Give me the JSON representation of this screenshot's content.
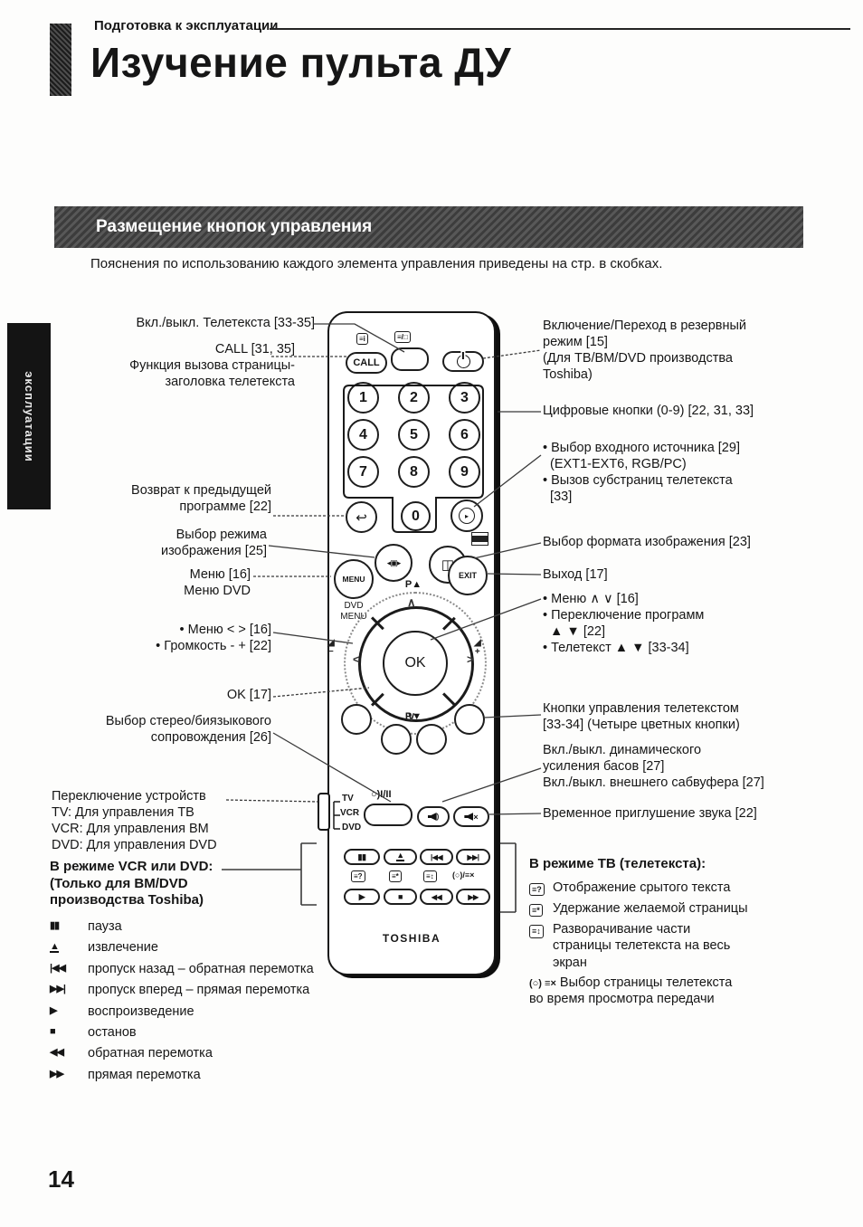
{
  "page": {
    "section_label": "Подготовка к эксплуатации",
    "title": "Изучение пульта ДУ",
    "banner_title": "Размещение кнопок управления",
    "intro": "Пояснения по использованию каждого элемента управления приведены на стр. в скобках.",
    "side_tab": "эксплуатации",
    "page_number": "14"
  },
  "remote": {
    "brand": "TOSHIBA",
    "call": "CALL",
    "digits": [
      "1",
      "2",
      "3",
      "4",
      "5",
      "6",
      "7",
      "8",
      "9",
      "0"
    ],
    "menu": "MENU",
    "dvd_menu": "DVD\nMENU",
    "exit": "EXIT",
    "ok": "OK",
    "p_up": "P▲",
    "p_down": "P▼",
    "devices": [
      "TV",
      "VCR",
      "DVD"
    ],
    "stereo": "○)I/II",
    "icons": {
      "call_page": "≡i",
      "text_tv": "≡/□",
      "return": "↩",
      "picture_mode": "◂▣▸",
      "format": "◫",
      "input_select": "▸",
      "up": "∧",
      "down": "∨",
      "left": "<",
      "right": ">",
      "vol_tri": "◢",
      "vol_minus": "−",
      "vol_plus": "+",
      "pause": "▮▮",
      "eject": "▲",
      "skip_back": "|◀◀",
      "skip_fwd": "▶▶|",
      "play": "▶",
      "stop": "■",
      "rewind": "◀◀",
      "ffwd": "▶▶",
      "reveal": "≡?",
      "hold": "≡*",
      "expand": "≡↕",
      "clock_cancel": "(○)/≡×"
    }
  },
  "labels_left": [
    {
      "text": "Вкл./выкл. Телетекста [33-35]"
    },
    {
      "text": "CALL [31, 35]\nФункция вызова страницы-\nзаголовка телетекста"
    },
    {
      "text": "Возврат к предыдущей\nпрограмме [22]"
    },
    {
      "text": "Выбор режима\nизображения [25]"
    },
    {
      "text": "Меню [16]\nМеню DVD"
    },
    {
      "text": "• Меню <  > [16]\n• Громкость - + [22]"
    },
    {
      "text": "OK [17]"
    },
    {
      "text": "Выбор стерео/биязыкового\nсопровождения [26]"
    },
    {
      "text": "Переключение устройств\nTV: Для управления ТВ\nVCR: Для управления ВМ\nDVD: Для управления DVD"
    }
  ],
  "labels_right": [
    {
      "text": "Включение/Переход в резервный\nрежим [15]\n(Для ТВ/ВМ/DVD производства\nToshiba)"
    },
    {
      "text": "Цифровые кнопки (0-9) [22, 31, 33]"
    },
    {
      "text": "• Выбор входного источника [29]\n  (EXT1-EXT6, RGB/PC)\n• Вызов субстраниц телетекста\n  [33]"
    },
    {
      "text": "Выбор формата изображения [23]"
    },
    {
      "text": "Выход [17]"
    },
    {
      "text": "• Меню ∧ ∨ [16]\n• Переключение программ\n  ▲ ▼ [22]\n• Телетекст ▲ ▼ [33-34]"
    },
    {
      "text": "Кнопки управления телетекстом\n[33-34] (Четыре цветных кнопки)"
    },
    {
      "text": "Вкл./выкл. динамического\nусиления басов [27]\nВкл./выкл. внешнего сабвуфера [27]"
    },
    {
      "text": "Временное приглушение звука [22]"
    }
  ],
  "vcr_section": {
    "heading": "В режиме VCR или DVD:\n(Только для ВМ/DVD\nпроизводства Toshiba)",
    "items": [
      {
        "icon": "▮▮",
        "text": "пауза"
      },
      {
        "icon": "▲",
        "text": "извлечение"
      },
      {
        "icon": "|◀◀",
        "text": "пропуск назад – обратная перемотка"
      },
      {
        "icon": "▶▶|",
        "text": "пропуск вперед – прямая перемотка"
      },
      {
        "icon": "▶",
        "text": "воспроизведение"
      },
      {
        "icon": "■",
        "text": "останов"
      },
      {
        "icon": "◀◀",
        "text": "обратная перемотка"
      },
      {
        "icon": "▶▶",
        "text": "прямая перемотка"
      }
    ]
  },
  "tv_section": {
    "heading": "В режиме ТВ (телетекста):",
    "items": [
      {
        "icon": "≡?",
        "text": "Отображение срытого текста"
      },
      {
        "icon": "≡*",
        "text": "Удержание желаемой страницы"
      },
      {
        "icon": "≡↕",
        "text": "Разворачивание части\nстраницы телетекста на весь\nэкран"
      },
      {
        "icon": "(○) ≡×",
        "text": "Выбор страницы телетекста\nво время просмотра передачи"
      }
    ]
  }
}
